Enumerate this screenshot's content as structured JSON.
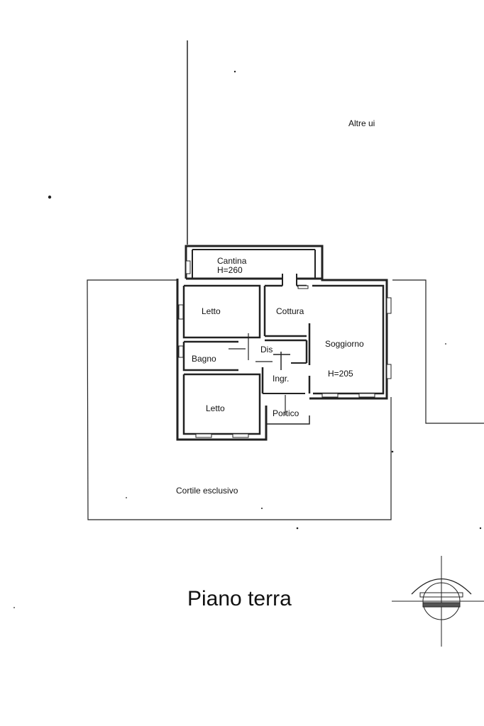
{
  "plan": {
    "neighbor_label": "Altre ui",
    "yard_label": "Cortile esclusivo",
    "title": "Piano terra",
    "rooms": {
      "cantina": {
        "name": "Cantina",
        "height": "H=260"
      },
      "cottura": {
        "name": "Cottura"
      },
      "letto_top": {
        "name": "Letto"
      },
      "bagno": {
        "name": "Bagno"
      },
      "dis": {
        "name": "Dis"
      },
      "soggiorno": {
        "name": "Soggiorno",
        "height": "H=205"
      },
      "ingr": {
        "name": "Ingr."
      },
      "letto_bottom": {
        "name": "Letto"
      },
      "portico": {
        "name": "Portico"
      }
    }
  },
  "colors": {
    "ink": "#222222",
    "background": "#ffffff"
  },
  "icons": [
    "north-arrow-icon"
  ]
}
